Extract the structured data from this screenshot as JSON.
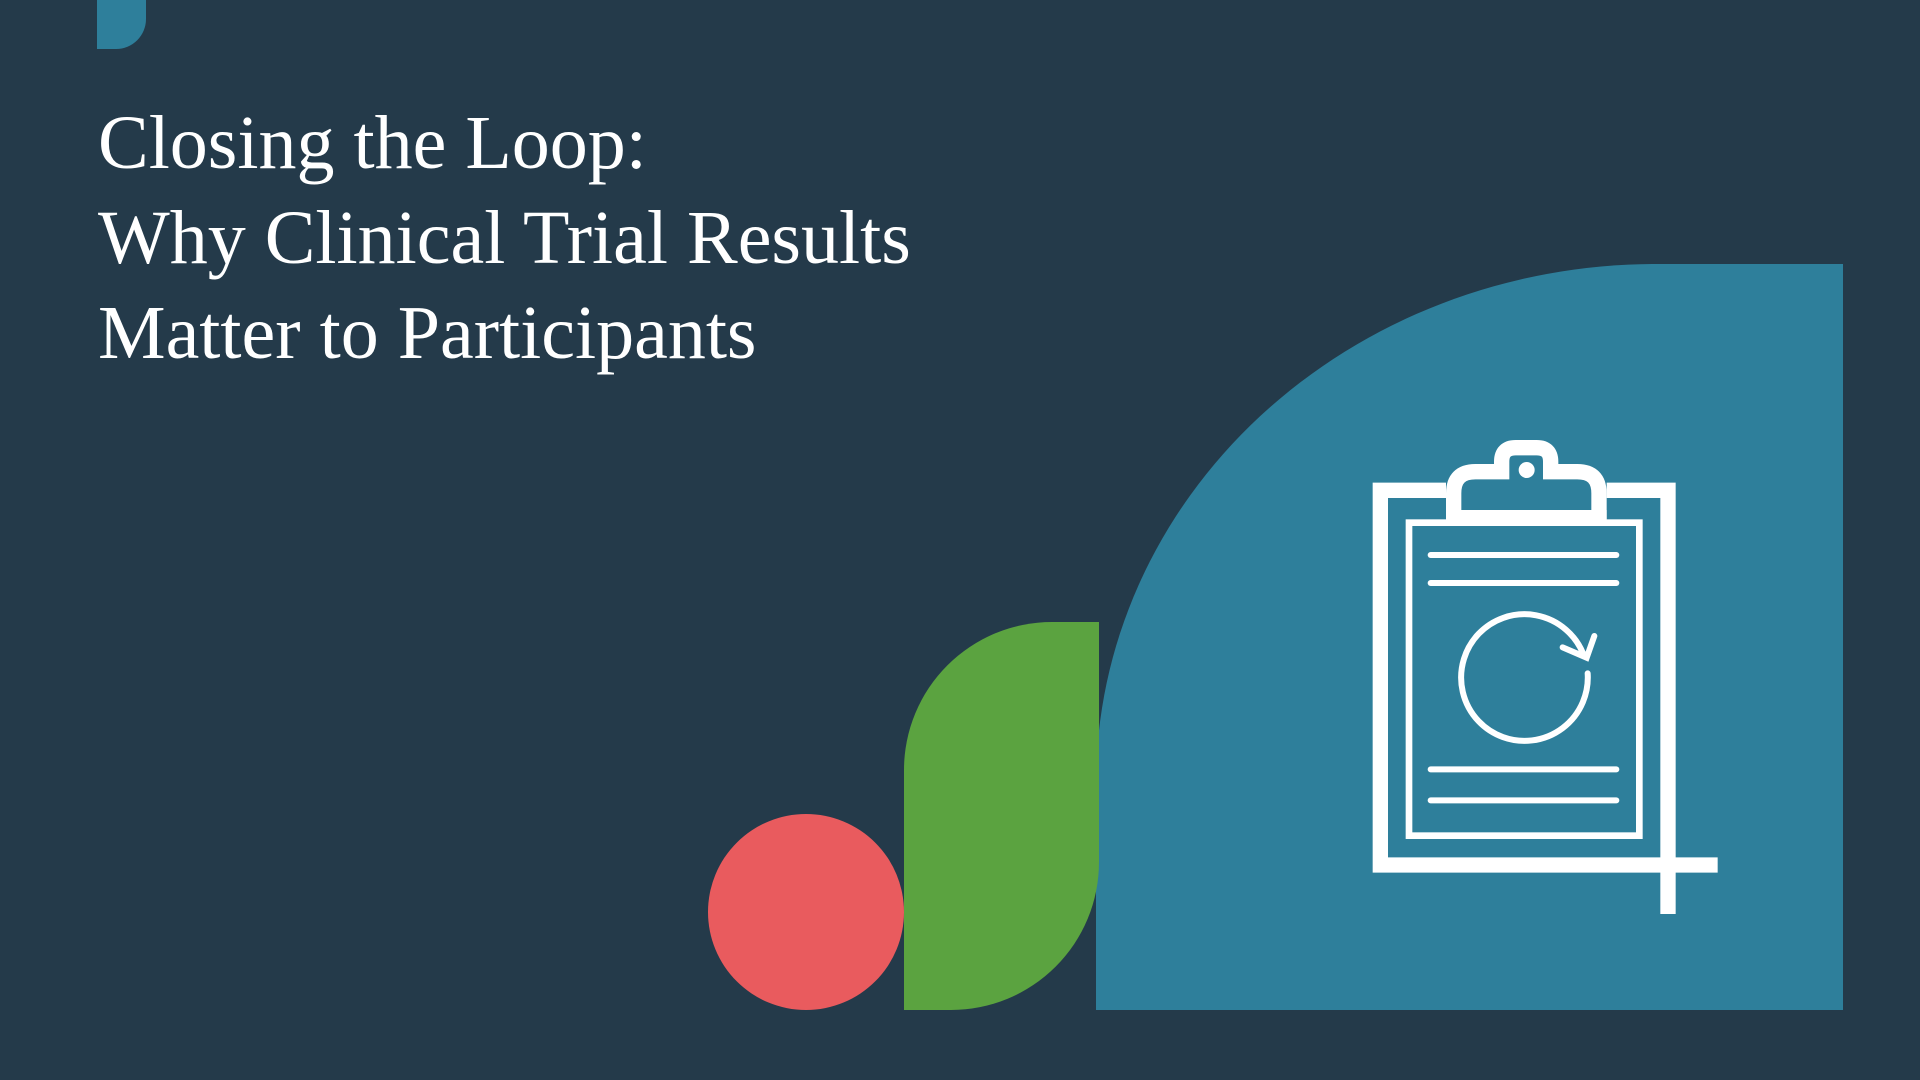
{
  "title": {
    "lines": [
      "Closing the Loop:",
      "Why Clinical Trial Results",
      "Matter to Participants"
    ]
  },
  "graphics": {
    "icon": "clipboard-refresh-icon",
    "colors": {
      "background": "#243a4a",
      "teal": "#2e7f9b",
      "green": "#5ba340",
      "red": "#e95b5e",
      "icon": "#ffffff"
    }
  }
}
